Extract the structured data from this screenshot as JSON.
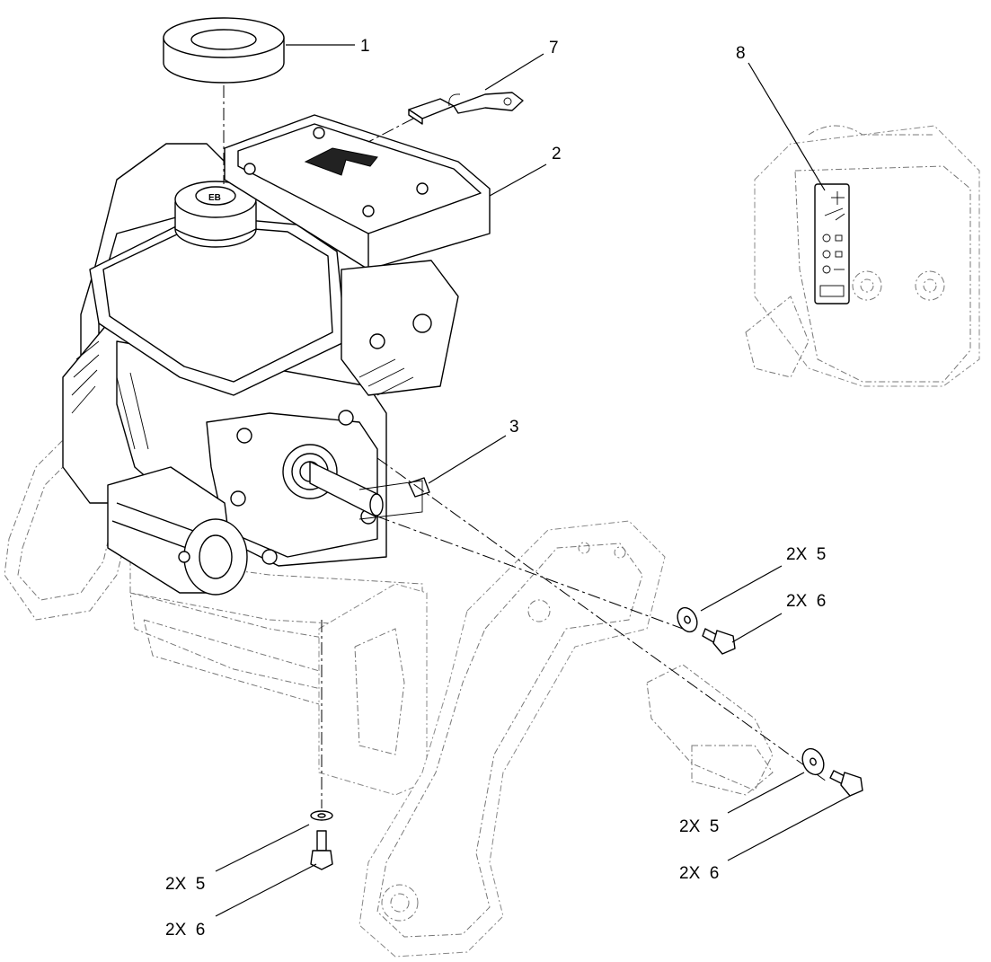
{
  "callouts": {
    "c1": "1",
    "c2": "2",
    "c3": "3",
    "c7": "7",
    "c8": "8",
    "c5_right_top": "2X  5",
    "c6_right_top": "2X  6",
    "c5_right_bottom": "2X  5",
    "c6_right_bottom": "2X  6",
    "c5_left": "2X  5",
    "c6_left": "2X  6"
  }
}
